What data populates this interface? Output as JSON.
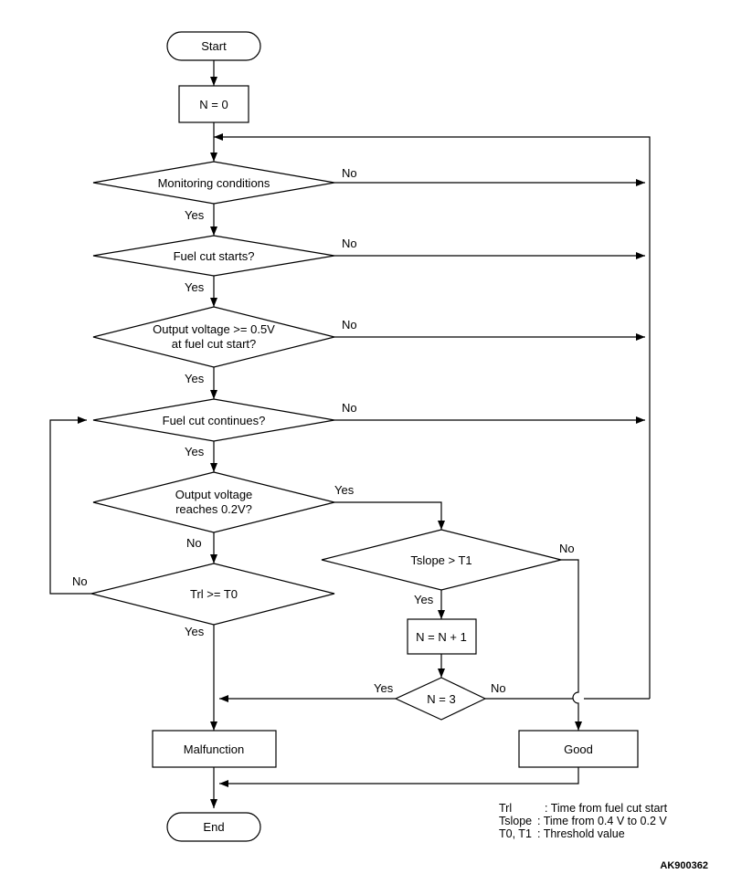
{
  "nodes": {
    "start": "Start",
    "init": "N = 0",
    "monitoring": "Monitoring conditions",
    "fuel_cut_starts": "Fuel cut starts?",
    "output_voltage_line1": "Output voltage >= 0.5V",
    "output_voltage_line2": "at fuel cut start?",
    "fuel_cut_continues": "Fuel cut continues?",
    "reaches_line1": "Output voltage",
    "reaches_line2": "reaches 0.2V?",
    "trl_check": "Trl >= T0",
    "tslope_check": "Tslope > T1",
    "increment": "N = N + 1",
    "n_equals_3": "N = 3",
    "malfunction": "Malfunction",
    "good": "Good",
    "end": "End"
  },
  "edge_labels": {
    "yes": "Yes",
    "no": "No"
  },
  "legend": [
    {
      "term": "Trl",
      "definition": ": Time from fuel cut start"
    },
    {
      "term": "Tslope",
      "definition": ": Time from 0.4 V to 0.2 V"
    },
    {
      "term": "T0, T1",
      "definition": ": Threshold value"
    }
  ],
  "figure_code": "AK900362"
}
